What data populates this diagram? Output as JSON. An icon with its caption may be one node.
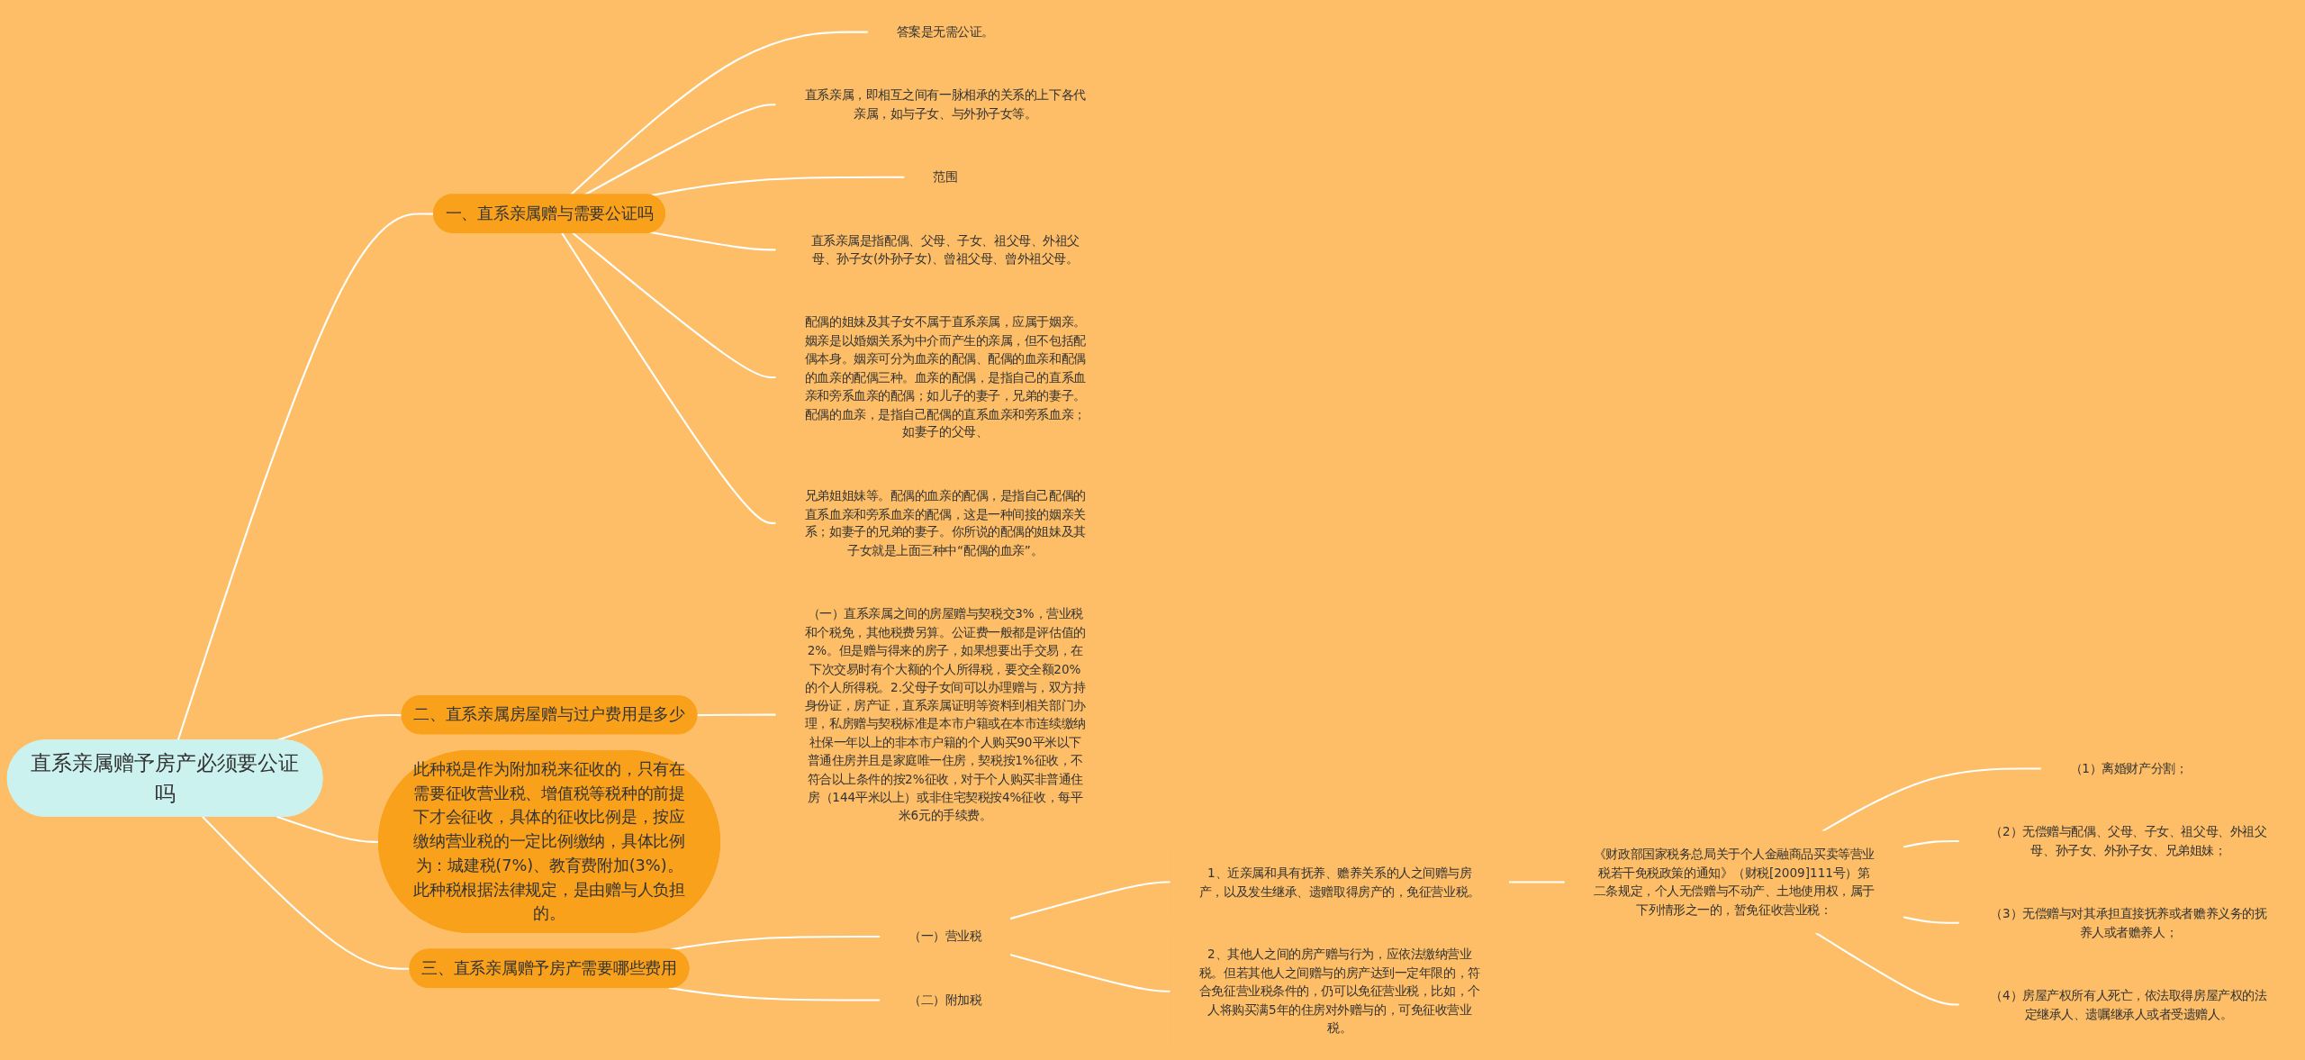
{
  "diagram": {
    "nodes": [
      {
        "text": [
          "直系亲属赠予房产必须要公证吗"
        ]
      },
      {
        "text": [
          "一、直系亲属赠与需要公证吗"
        ]
      },
      {
        "text": [
          "答案是无需公证。"
        ]
      },
      {
        "text": [
          "直系亲属，即相互之间有一脉相承的关系的上下各代亲属，如与子女、与外孙子女等。"
        ]
      },
      {
        "text": [
          "范围"
        ]
      },
      {
        "text": [
          "直系亲属是指配偶、父母、子女、祖父母、外祖父母、孙子女(外孙子女)、曾祖父母、曾外祖父母。"
        ]
      },
      {
        "text": [
          "配偶的姐妹及其子女不属于直系亲属，应属于姻亲。姻亲是以婚姻关系为中介而产生的亲属，但不包括配偶本身。姻亲可分为血亲的配偶、配偶的血亲和配偶的血亲的配偶三种。血亲的配偶，是指自己的直系血亲和旁系血亲的配偶；如儿子的妻子，兄弟的妻子。配偶的血亲，是指自己配偶的直系血亲和旁系血亲；如妻子的父母、"
        ]
      },
      {
        "text": [
          "兄弟姐姐妹等。配偶的血亲的配偶，是指自己配偶的直系血亲和旁系血亲的配偶，这是一种间接的姻亲关系；如妻子的兄弟的妻子。你所说的配偶的姐妹及其子女就是上面三种中“配偶的血亲”。"
        ]
      },
      {
        "text": [
          "二、直系亲属房屋赠与过户费用是多少"
        ]
      },
      {
        "text": [
          "（一）直系亲属之间的房屋赠与契税交3%，营业税和个税免，其他税费另算。公证费一般都是评估值的2%。但是赠与得来的房子，如果想要出手交易，在下次交易时有个大额的个人所得税，要交全额20%的个人所得税。2.父母子女间可以办理赠与，双方持身份证，房产证，直系亲属证明等资料到相关部门办理，私房赠与契税标准是本市户籍或在本市连续缴纳社保一年以上的非本市户籍的个人购买90平米以下普通住房并且是家庭唯一住房，契税按1%征收，不符合以上条件的按2%征收，对于个人购买非普通住房（144平米以上）或非住宅契税按4%征收，每平米6元的手续费。"
        ]
      },
      {
        "text": [
          "此种税是作为附加税来征收的，只有在需要征收营业税、增值税等税种的前提下才会征收，具体的征收比例是，按应缴纳营业税的一定比例缴纳，具体比例为：城建税(7%)、教育费附加(3%)。此种税根据法律规定，是由赠与人负担的。"
        ]
      },
      {
        "text": [
          "三、直系亲属赠予房产需要哪些费用"
        ]
      },
      {
        "text": [
          "（一）营业税"
        ]
      },
      {
        "text": [
          "1、近亲属和具有抚养、赡养关系的人之间赠与房产，以及发生继承、遗赠取得房产的，免征营业税。"
        ]
      },
      {
        "text": [
          "《财政部国家税务总局关于个人金融商品买卖等营业税若干免税政策的通知》（财税[2009]111号）第二条规定，个人无偿赠与不动产、土地使用权，属于下列情形之一的，暂免征收营业税："
        ]
      },
      {
        "text": [
          "（1）离婚财产分割；"
        ]
      },
      {
        "text": [
          "（2）无偿赠与配偶、父母、子女、祖父母、外祖父母、孙子女、外孙子女、兄弟姐妹；"
        ]
      },
      {
        "text": [
          "（3）无偿赠与对其承担直接抚养或者赡养义务的抚养人或者赡养人；"
        ]
      },
      {
        "text": [
          "（4）房屋产权所有人死亡，依法取得房屋产权的法定继承人、遗嘱继承人或者受遗赠人。"
        ]
      },
      {
        "text": [
          "2、其他人之间的房产赠与行为，应依法缴纳营业税。但若其他人之间赠与的房产达到一定年限的，符合免征营业税条件的，仍可以免征营业税，比如，个人将购买满5年的住房对外赠与的，可免征收营业税。"
        ]
      },
      {
        "text": [
          "（二）附加税"
        ]
      }
    ],
    "edges": [
      {
        "from": 0,
        "to": 1,
        "arrow": "none"
      },
      {
        "from": 1,
        "to": 2,
        "arrow": "none"
      },
      {
        "from": 1,
        "to": 3,
        "arrow": "none"
      },
      {
        "from": 1,
        "to": 4,
        "arrow": "none"
      },
      {
        "from": 1,
        "to": 5,
        "arrow": "none"
      },
      {
        "from": 1,
        "to": 6,
        "arrow": "none"
      },
      {
        "from": 1,
        "to": 7,
        "arrow": "none"
      },
      {
        "from": 0,
        "to": 8,
        "arrow": "none"
      },
      {
        "from": 8,
        "to": 9,
        "arrow": "none"
      },
      {
        "from": 0,
        "to": 10,
        "arrow": "none"
      },
      {
        "from": 0,
        "to": 11,
        "arrow": "none"
      },
      {
        "from": 11,
        "to": 12,
        "arrow": "none"
      },
      {
        "from": 12,
        "to": 13,
        "arrow": "none"
      },
      {
        "from": 13,
        "to": 14,
        "arrow": "none"
      },
      {
        "from": 14,
        "to": 15,
        "arrow": "none"
      },
      {
        "from": 14,
        "to": 16,
        "arrow": "none"
      },
      {
        "from": 14,
        "to": 17,
        "arrow": "none"
      },
      {
        "from": 14,
        "to": 18,
        "arrow": "none"
      },
      {
        "from": 12,
        "to": 19,
        "arrow": "none"
      },
      {
        "from": 11,
        "to": 20,
        "arrow": "none"
      }
    ]
  }
}
